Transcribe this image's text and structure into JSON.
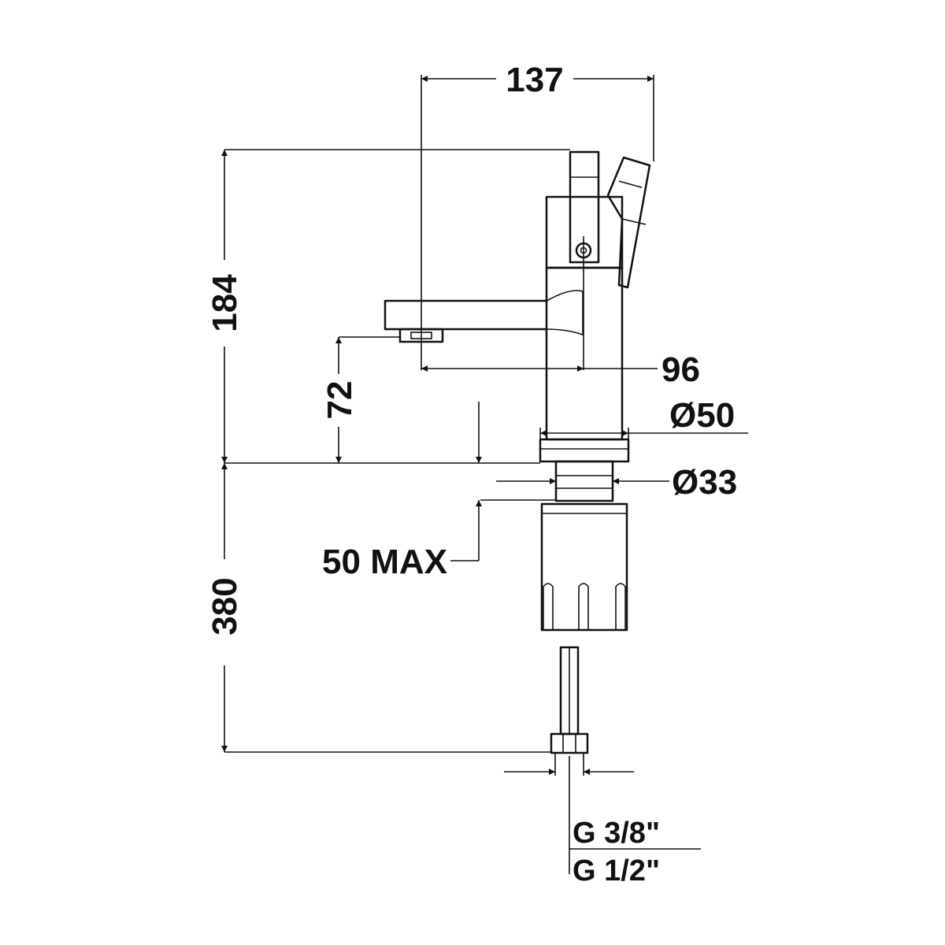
{
  "dimensions": {
    "overall_width": "137",
    "total_height": "184",
    "spout_height": "72",
    "spout_reach": "96",
    "body_diameter": "Ø50",
    "shank_diameter": "Ø33",
    "deck_thickness": "50 MAX",
    "hose_length": "380"
  },
  "connection": {
    "thread_upper": "G 3/8\"",
    "thread_lower": "G 1/2\""
  },
  "colors": {
    "line": "#111111",
    "background": "#ffffff"
  }
}
